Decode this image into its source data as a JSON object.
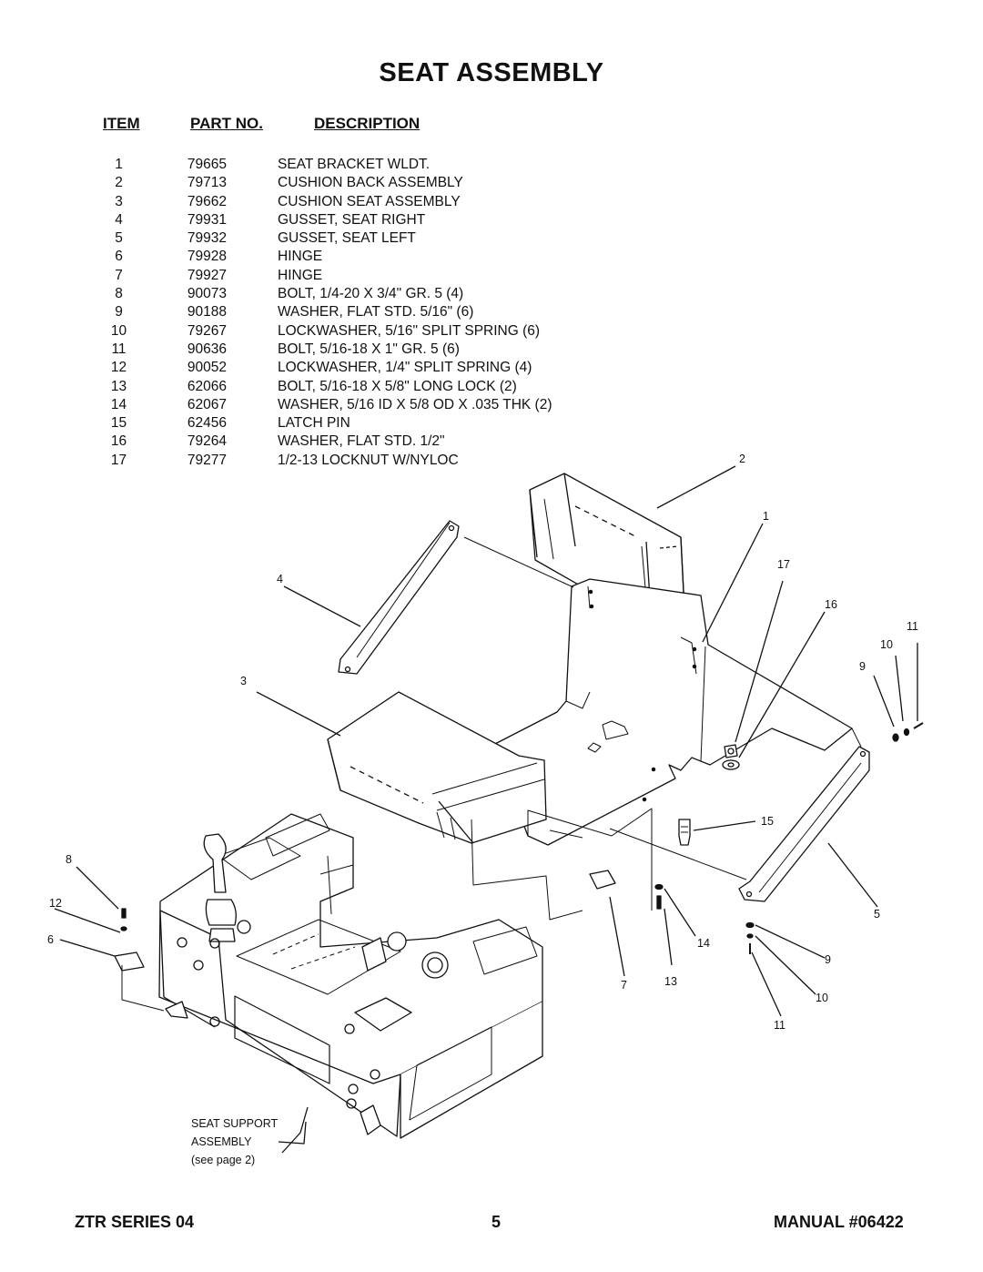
{
  "title": "SEAT ASSEMBLY",
  "table": {
    "headers": {
      "item": "ITEM",
      "part_no": "PART NO.",
      "description": "DESCRIPTION"
    },
    "rows": [
      {
        "item": "1",
        "part": "79665",
        "desc": "SEAT BRACKET WLDT."
      },
      {
        "item": "2",
        "part": "79713",
        "desc": "CUSHION BACK ASSEMBLY"
      },
      {
        "item": "3",
        "part": "79662",
        "desc": "CUSHION SEAT ASSEMBLY"
      },
      {
        "item": "4",
        "part": "79931",
        "desc": "GUSSET, SEAT RIGHT"
      },
      {
        "item": "5",
        "part": "79932",
        "desc": "GUSSET, SEAT LEFT"
      },
      {
        "item": "6",
        "part": "79928",
        "desc": "HINGE"
      },
      {
        "item": "7",
        "part": "79927",
        "desc": "HINGE"
      },
      {
        "item": "8",
        "part": "90073",
        "desc": "BOLT, 1/4-20 X 3/4\" GR. 5  (4)"
      },
      {
        "item": "9",
        "part": "90188",
        "desc": "WASHER, FLAT STD. 5/16\"  (6)"
      },
      {
        "item": "10",
        "part": "79267",
        "desc": "LOCKWASHER, 5/16\" SPLIT SPRING  (6)"
      },
      {
        "item": "11",
        "part": "90636",
        "desc": "BOLT, 5/16-18 X 1\" GR. 5  (6)"
      },
      {
        "item": "12",
        "part": "90052",
        "desc": "LOCKWASHER, 1/4\" SPLIT SPRING  (4)"
      },
      {
        "item": "13",
        "part": "62066",
        "desc": "BOLT, 5/16-18 X 5/8\" LONG LOCK  (2)"
      },
      {
        "item": "14",
        "part": "62067",
        "desc": "WASHER, 5/16 ID X 5/8 OD X .035 THK  (2)"
      },
      {
        "item": "15",
        "part": "62456",
        "desc": "LATCH PIN"
      },
      {
        "item": "16",
        "part": "79264",
        "desc": "WASHER, FLAT STD. 1/2\""
      },
      {
        "item": "17",
        "part": "79277",
        "desc": "1/2-13 LOCKNUT W/NYLOC"
      }
    ]
  },
  "diagram": {
    "callouts": {
      "c1": "1",
      "c2": "2",
      "c3": "3",
      "c4": "4",
      "c5": "5",
      "c6": "6",
      "c7": "7",
      "c8": "8",
      "c9a": "9",
      "c9b": "9",
      "c10a": "10",
      "c10b": "10",
      "c11a": "11",
      "c11b": "11",
      "c12": "12",
      "c13": "13",
      "c14": "14",
      "c15": "15",
      "c16": "16",
      "c17": "17"
    },
    "seat_support_line1": "SEAT SUPPORT",
    "seat_support_line2": "ASSEMBLY",
    "seat_support_note": "(see page 2)"
  },
  "footer": {
    "left": "ZTR SERIES 04",
    "center": "5",
    "right": "MANUAL #06422"
  }
}
